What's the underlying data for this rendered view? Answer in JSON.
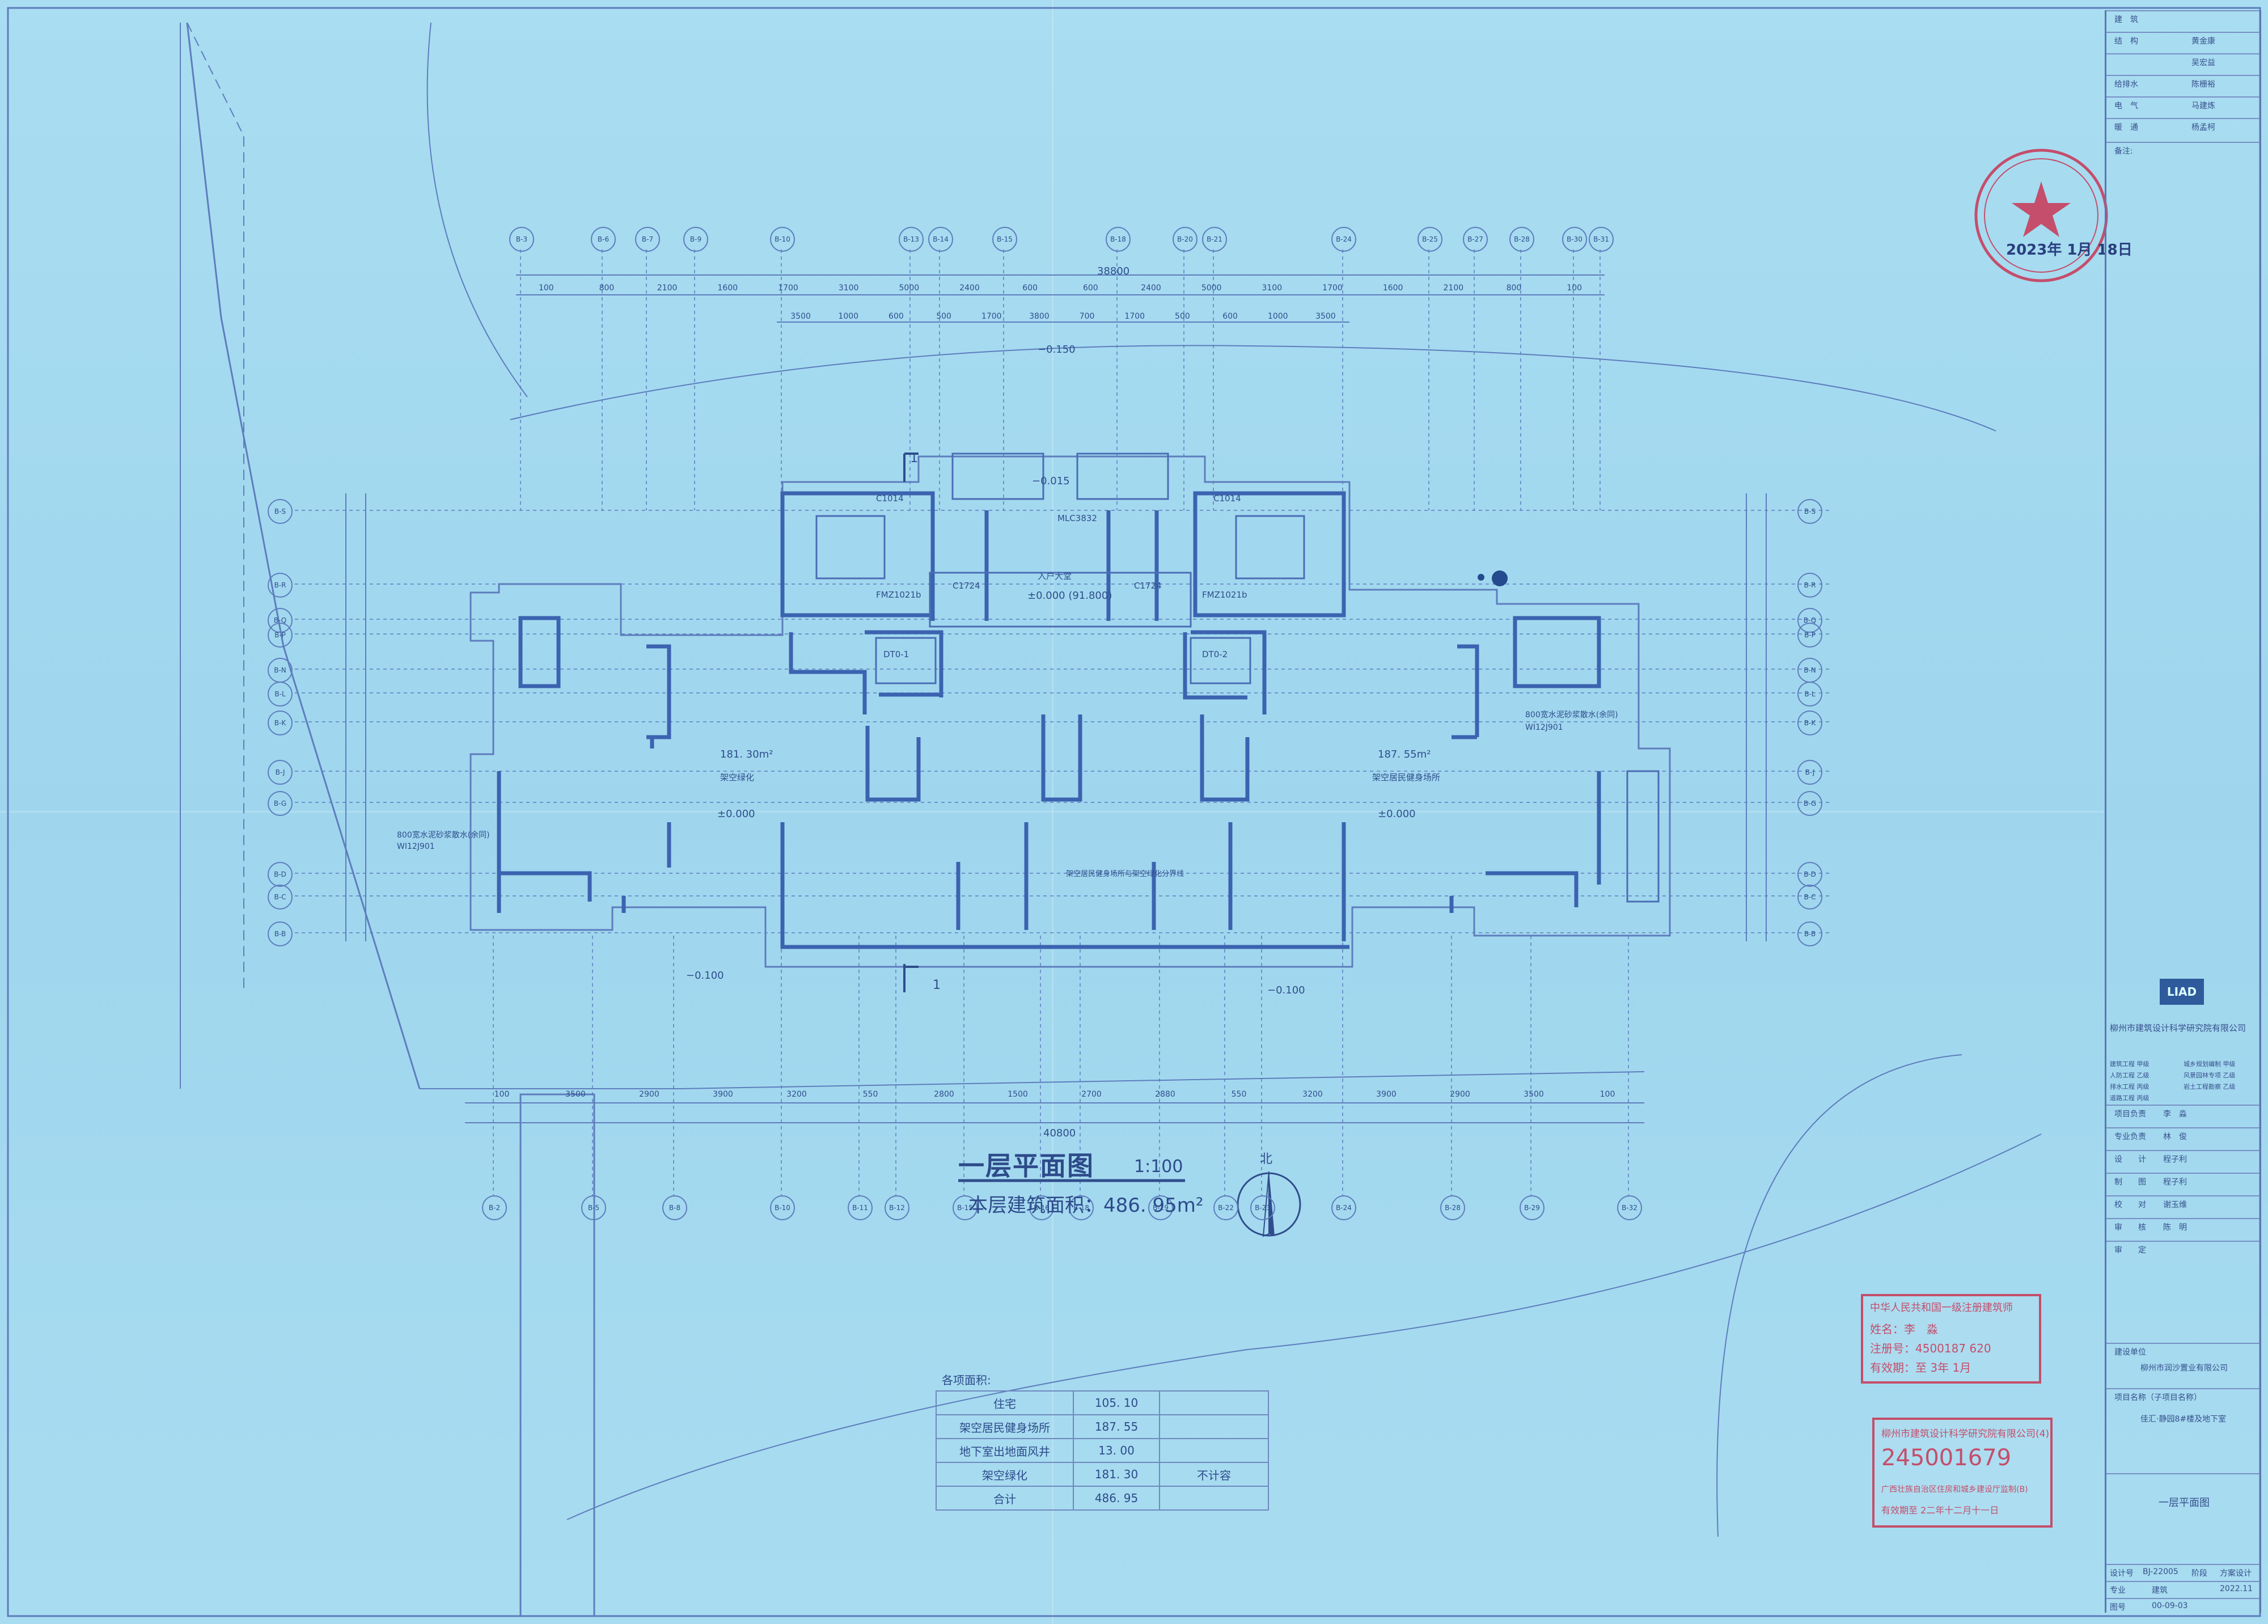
{
  "drawing": {
    "title": "一层平面图",
    "scale": "1:100",
    "floor_area": "本层建筑面积：486. 95m²",
    "north": "北"
  },
  "area_table": {
    "header": "各项面积:",
    "rows": [
      {
        "label": "住宅",
        "value": "105. 10",
        "note": ""
      },
      {
        "label": "架空居民健身场所",
        "value": "187. 55",
        "note": ""
      },
      {
        "label": "地下室出地面风井",
        "value": "13. 00",
        "note": ""
      },
      {
        "label": "架空绿化",
        "value": "181. 30",
        "note": "不计容"
      },
      {
        "label": "合计",
        "value": "486. 95",
        "note": ""
      }
    ]
  },
  "plan_labels": {
    "room_left_area": "181. 30m²",
    "room_left_name": "架空绿化",
    "room_right_area": "187. 55m²",
    "room_right_name": "架空居民健身场所",
    "level_zero_left": "±0.000",
    "level_zero_right": "±0.000",
    "level_entrance": "±0.000 (91.800)",
    "level_m0150": "−0.150",
    "level_m0100_left": "−0.100",
    "level_m0100_right": "−0.100",
    "level_m0015": "−0.015",
    "entrance": "入户大堂",
    "section": "1",
    "dim_top_total": "38800",
    "dim_bottom_total": "40800",
    "lift_left": "DT0-1",
    "lift_right": "DT0-2",
    "door_left": "FMZ1021b",
    "door_right": "FMZ1021b",
    "window_left": "C1014",
    "window_right": "C1014",
    "win_mid_left": "C1724",
    "win_mid_right": "C1724",
    "mlc": "MLC3832",
    "fengjing_left": "800宽水泥砂浆散水(余同)",
    "fengjing_right": "800宽水泥砂浆散水(余同)",
    "ref_left": "WI12J901",
    "ref_right": "WI12J901",
    "note_center": "架空居民健身场所与架空绿化分界线"
  },
  "axes_top": [
    "B-3",
    "B-6",
    "B-7",
    "B-9",
    "B-10",
    "B-13",
    "B-14",
    "B-15",
    "B-18",
    "B-20",
    "B-21",
    "B-24",
    "B-25",
    "B-27",
    "B-28",
    "B-30",
    "B-31"
  ],
  "axes_bottom": [
    "B-2",
    "B-5",
    "B-8",
    "B-10",
    "B-11",
    "B-12",
    "B-15",
    "B-16",
    "B-18",
    "B-19",
    "B-22",
    "B-23",
    "B-24",
    "B-28",
    "B-29",
    "B-32"
  ],
  "axes_side": [
    "B-S",
    "B-R",
    "B-Q",
    "B-P",
    "B-N",
    "B-L",
    "B-K",
    "B-J",
    "B-G",
    "B-D",
    "B-C",
    "B-B"
  ],
  "dims_top_row1": [
    "100",
    "800",
    "2100",
    "1600",
    "1700",
    "3100",
    "5000",
    "2400",
    "600",
    "600",
    "2400",
    "5000",
    "3100",
    "1700",
    "1600",
    "2100",
    "800",
    "100"
  ],
  "dims_top_row2": [
    "3500",
    "1000",
    "600",
    "500",
    "1700",
    "3800",
    "700",
    "1700",
    "500",
    "600",
    "1000",
    "3500"
  ],
  "dims_bottom": [
    "100",
    "3500",
    "2900",
    "3900",
    "3200",
    "550",
    "2800",
    "1500",
    "2700",
    "2880",
    "550",
    "3200",
    "3900",
    "2900",
    "3500",
    "100"
  ],
  "title_block": {
    "disciplines": [
      {
        "role": "建　筑",
        "name": ""
      },
      {
        "role": "结　构",
        "name": "黄金康"
      },
      {
        "role": "",
        "name": "吴宏益"
      },
      {
        "role": "给排水",
        "name": "陈栅裕"
      },
      {
        "role": "电　气",
        "name": "马建炼"
      },
      {
        "role": "暖　通",
        "name": "杨孟柯"
      }
    ],
    "remark": "备注:",
    "company": "柳州市建筑设计科学研究院有限公司",
    "logo": "LIAD",
    "qualifications": [
      "建筑工程 甲级",
      "人防工程 乙级",
      "排水工程 丙级",
      "道路工程 丙级",
      "城乡规划编制 甲级",
      "风景园林专项 乙级",
      "岩土工程勘察 乙级"
    ],
    "staff": [
      {
        "role": "项目负责",
        "name": "李　淼"
      },
      {
        "role": "专业负责",
        "name": "林　俊"
      },
      {
        "role": "设　　计",
        "name": "程子利"
      },
      {
        "role": "制　　图",
        "name": "程子利"
      },
      {
        "role": "校　　对",
        "name": "谢玉维"
      },
      {
        "role": "审　　核",
        "name": "陈　明"
      },
      {
        "role": "审　　定",
        "name": ""
      }
    ],
    "client_label": "建设单位",
    "client": "柳州市润沙置业有限公司",
    "project_label": "项目名称（子项目名称）",
    "project": "佳汇·静园8#楼及地下室",
    "drawing_title": "一层平面图",
    "design_no_label": "设计号",
    "design_no": "BJ-22005",
    "stage_label": "阶段",
    "stage": "方案设计",
    "specialty_label": "专业",
    "specialty": "建筑",
    "date": "2022.11",
    "sheet_label": "图号",
    "sheet": "00-09-03"
  },
  "stamps": {
    "round": "2023年 1月 18日",
    "architect_title": "中华人民共和国一级注册建筑师",
    "architect_name": "姓名：李　淼",
    "architect_no": "注册号：4500187 620",
    "architect_valid": "有效期：至 3年 1月",
    "company_title": "柳州市建筑设计科学研究院有限公司(4)",
    "company_no": "245001679",
    "company_issuer": "广西壮族自治区住房和城乡建设厅监制(B)",
    "company_valid": "有效期至 2二年十二月十一日"
  }
}
